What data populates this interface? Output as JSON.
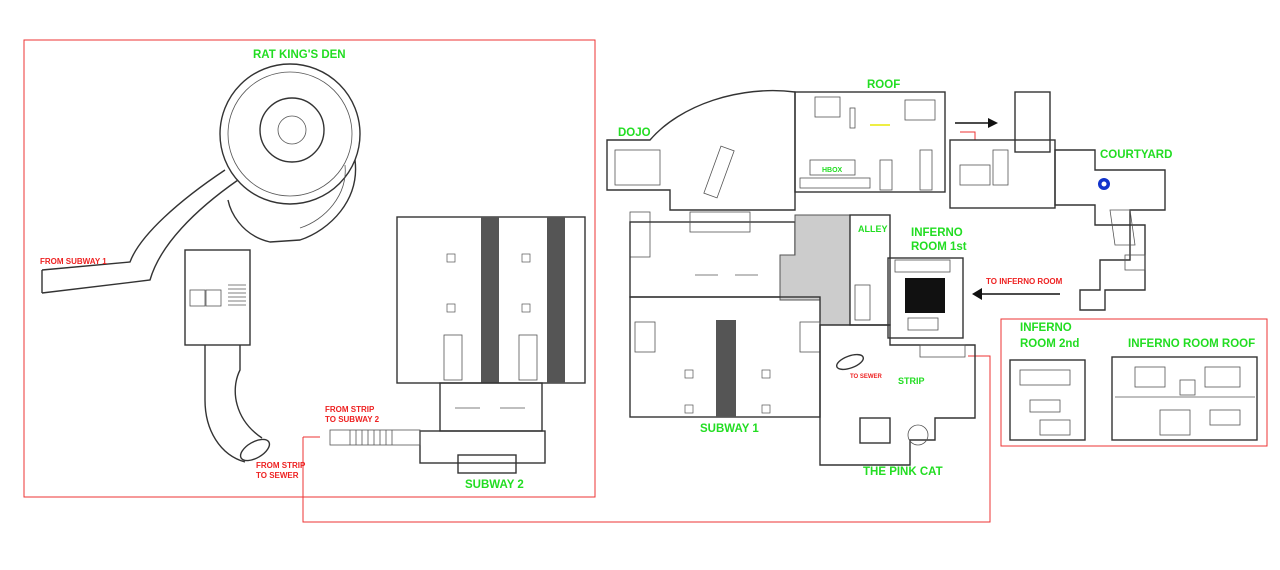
{
  "labels": {
    "rat_kings_den": "RAT KING'S DEN",
    "from_subway_1": "FROM SUBWAY 1",
    "from_strip_to_sewer_1": "FROM STRIP",
    "from_strip_to_sewer_2": "TO SEWER",
    "from_strip_to_subway2_1": "FROM STRIP",
    "from_strip_to_subway2_2": "TO SUBWAY 2",
    "subway_2": "SUBWAY 2",
    "dojo": "DOJO",
    "roof": "ROOF",
    "hbox": "HBOX",
    "alley": "ALLEY",
    "inferno_room_1st_1": "INFERNO",
    "inferno_room_1st_2": "ROOM 1st",
    "courtyard": "COURTYARD",
    "to_inferno_room": "TO INFERNO ROOM",
    "to_sewer": "TO SEWER",
    "strip": "STRIP",
    "subway_1": "SUBWAY 1",
    "the_pink_cat": "THE PINK CAT",
    "inferno_room_2nd_1": "INFERNO",
    "inferno_room_2nd_2": "ROOM 2nd",
    "inferno_room_roof": "INFERNO ROOM ROOF"
  },
  "colors": {
    "label": "#22dd22",
    "marker": "#ee2222",
    "wall": "#333333",
    "highlight": "#cccccc",
    "dark_room": "#111111",
    "courtyard_dot": "#1133cc"
  },
  "icons": {
    "direction_arrow": "arrow-icon",
    "courtyard_marker": "fountain-icon"
  }
}
